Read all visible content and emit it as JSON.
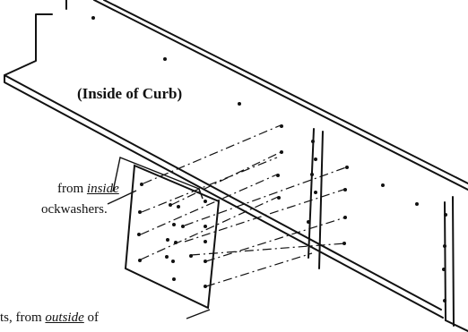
{
  "labels": {
    "curb_label": "(Inside of Curb)",
    "callout_1_line1_a": "from ",
    "callout_1_line1_b": "inside",
    "callout_1_line2": "ockwashers.",
    "callout_2_a": "ts, from ",
    "callout_2_b": "outside",
    "callout_2_c": " of"
  },
  "colors": {
    "ink": "#111111",
    "paper": "#ffffff"
  }
}
